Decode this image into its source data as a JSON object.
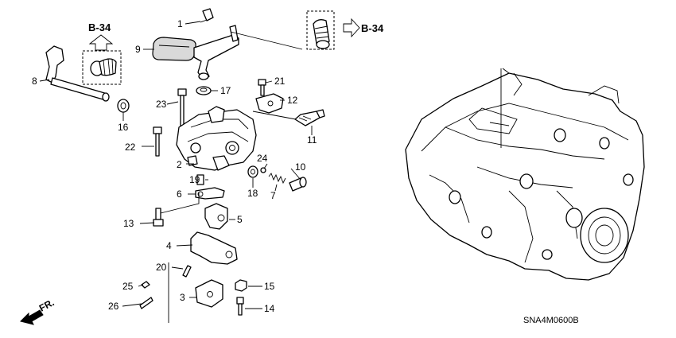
{
  "diagram_code": "SNA4M0600B",
  "direction": {
    "label": "FR."
  },
  "references": [
    {
      "text": "B-34",
      "arrow": "up"
    },
    {
      "text": "B-34",
      "arrow": "right"
    }
  ],
  "callouts": [
    "1",
    "2",
    "3",
    "4",
    "5",
    "6",
    "7",
    "8",
    "9",
    "10",
    "11",
    "12",
    "13",
    "14",
    "15",
    "16",
    "17",
    "18",
    "19",
    "20",
    "21",
    "22",
    "23",
    "24",
    "25",
    "26"
  ]
}
